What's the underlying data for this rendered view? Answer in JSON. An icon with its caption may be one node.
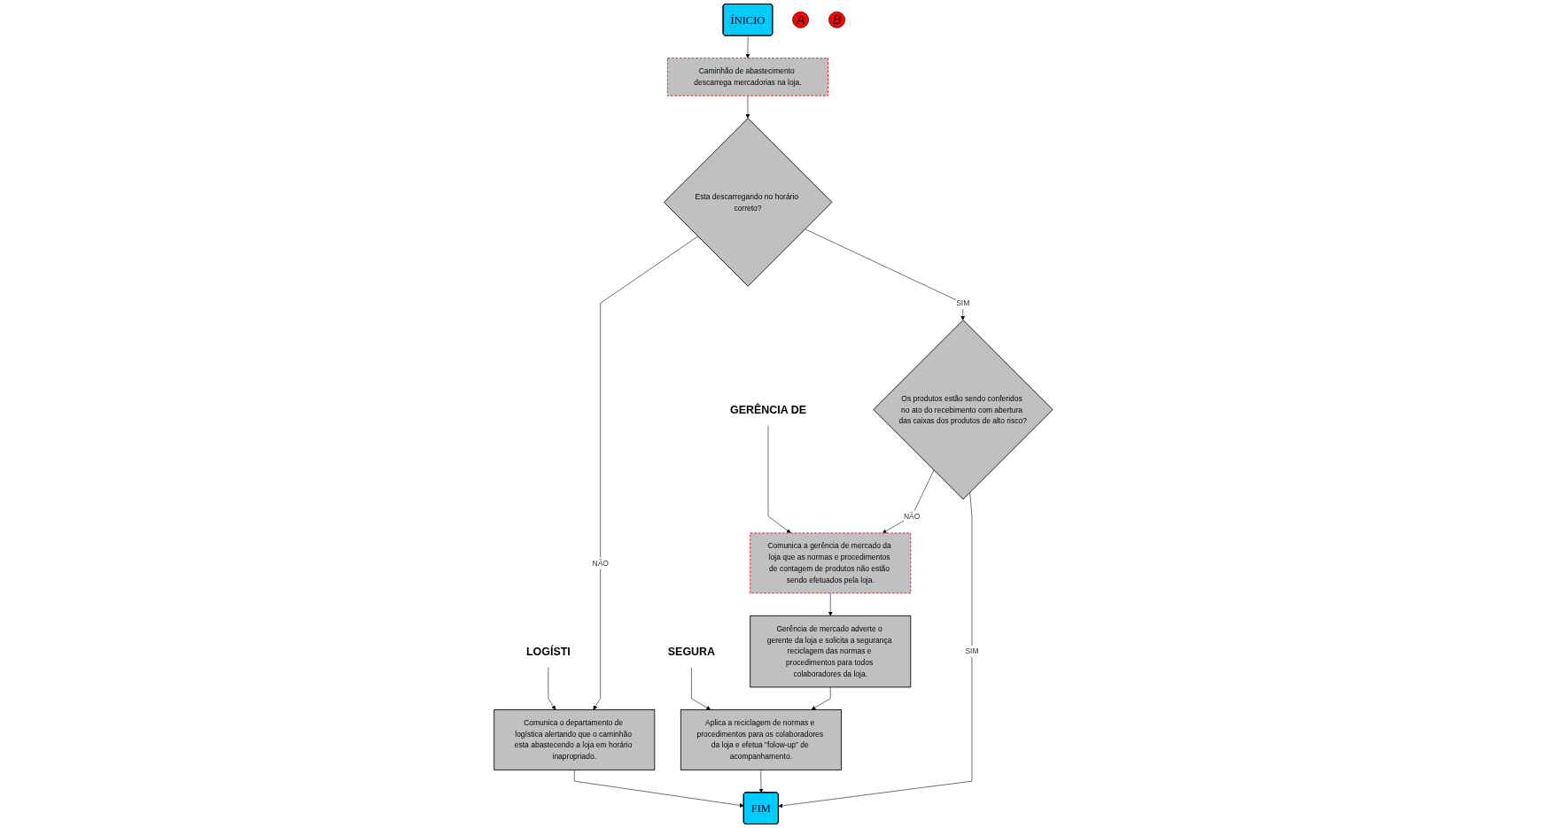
{
  "diagram": {
    "nodes": [
      {
        "text": [
          "ÍNICIO"
        ]
      },
      {
        "text": [
          "A"
        ]
      },
      {
        "text": [
          "Caminhão de abastecimento descarrega mercadorias na loja."
        ]
      },
      {
        "text": [
          "Esta descarregando no horário correto?"
        ]
      },
      {
        "text": [
          "Os produtos estão sendo conferidos no ato do recebimento com abertura das caixas dos produtos de alto risco?"
        ]
      },
      {
        "text": [
          "FIM"
        ]
      },
      {
        "text": [
          "LOGÍSTI"
        ]
      },
      {
        "text": [
          "Comunica o departamento de logística alertando que o caminhão esta abastecendo a loja em horário inapropriado."
        ]
      },
      {
        "text": [
          "GERÊNCIA DE"
        ]
      },
      {
        "text": [
          "Comunica a gerência de mercado da loja que as normas e procedimentos de contagem de produtos não estão sendo efetuados pela loja."
        ]
      },
      {
        "text": [
          "B"
        ]
      },
      {
        "text": [
          "Gerência de mercado adverte o gerente da loja e solicita a segurança reciclagem das normas e procedimentos para todos colaboradores da loja."
        ]
      },
      {
        "text": [
          "SEGURA"
        ]
      },
      {
        "text": [
          "Aplica a reciclagem de normas e procedimentos para os colaboradores da loja e efetua ”folow-up” de acompanhamento."
        ]
      }
    ],
    "edges": [
      {
        "from": 0,
        "to": 2,
        "arrow": "to"
      },
      {
        "from": 2,
        "to": 3,
        "arrow": "to"
      },
      {
        "from": 3,
        "to": 7,
        "arrow": "to",
        "label": "NÃO"
      },
      {
        "from": 3,
        "to": 4,
        "arrow": "to",
        "label": "SIM"
      },
      {
        "from": 4,
        "to": 9,
        "arrow": "to",
        "label": "NÃO"
      },
      {
        "from": 4,
        "to": 5,
        "arrow": "to",
        "label": "SIM"
      },
      {
        "from": 6,
        "to": 7,
        "arrow": "to"
      },
      {
        "from": 8,
        "to": 9,
        "arrow": "to"
      },
      {
        "from": 9,
        "to": 11,
        "arrow": "to"
      },
      {
        "from": 11,
        "to": 13,
        "arrow": "to"
      },
      {
        "from": 12,
        "to": 13,
        "arrow": "to"
      },
      {
        "from": 7,
        "to": 5,
        "arrow": "to"
      },
      {
        "from": 13,
        "to": 5,
        "arrow": "to"
      }
    ]
  }
}
